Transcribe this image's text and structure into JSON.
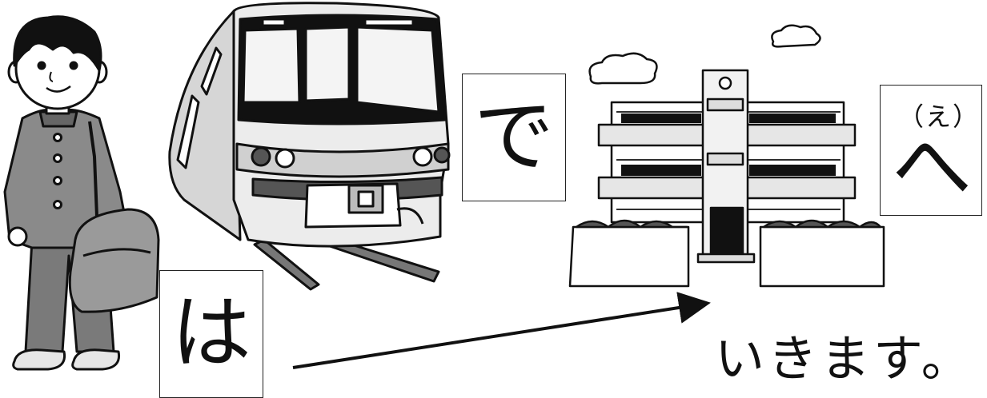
{
  "cards": {
    "ha": "は",
    "de": "で",
    "he": "へ",
    "he_reading": "（え）"
  },
  "sentence_end": "いきます。",
  "icons": {
    "person": "student-boy-with-bag-icon",
    "train": "commuter-train-icon",
    "school": "school-building-icon",
    "arrow": "direction-arrow-icon"
  },
  "colors": {
    "ink": "#111111",
    "uniform": "#7a7a7a",
    "paper": "#ffffff"
  }
}
